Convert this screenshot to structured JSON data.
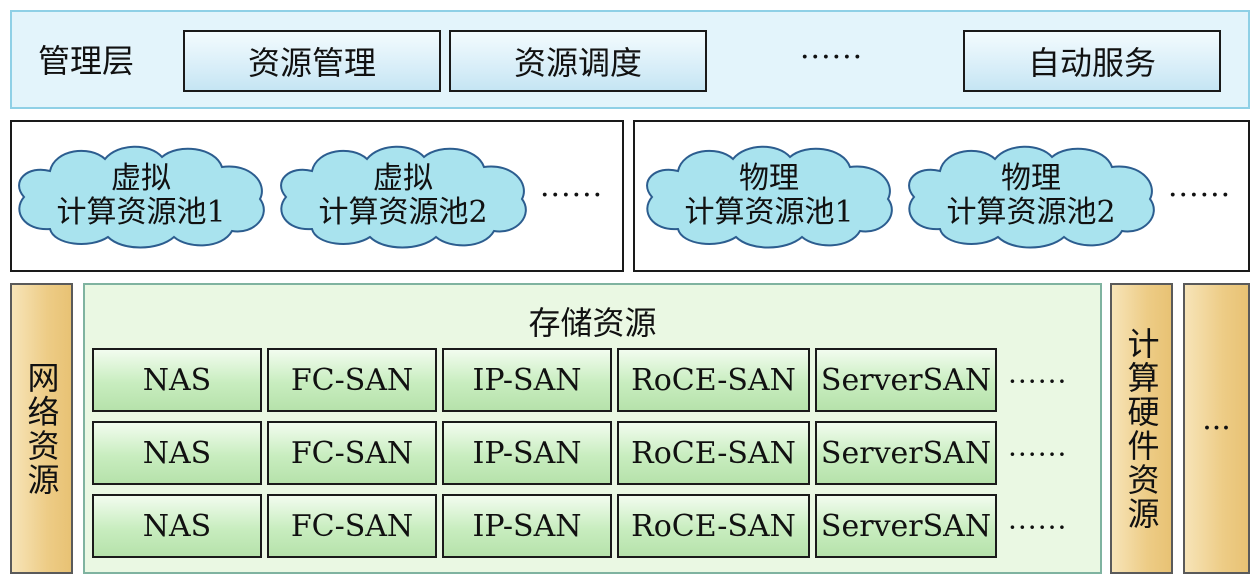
{
  "management_layer": {
    "title": "管理层",
    "items": [
      "资源管理",
      "资源调度",
      "······",
      "自动服务"
    ]
  },
  "virtual_pools": {
    "pools": [
      {
        "line1": "虚拟",
        "line2": "计算资源池1"
      },
      {
        "line1": "虚拟",
        "line2": "计算资源池2"
      }
    ],
    "more": "······"
  },
  "physical_pools": {
    "pools": [
      {
        "line1": "物理",
        "line2": "计算资源池1"
      },
      {
        "line1": "物理",
        "line2": "计算资源池2"
      }
    ],
    "more": "······"
  },
  "network": {
    "label": "网络资源"
  },
  "storage": {
    "title": "存储资源",
    "rows": [
      [
        "NAS",
        "FC-SAN",
        "IP-SAN",
        "RoCE-SAN",
        "ServerSAN"
      ],
      [
        "NAS",
        "FC-SAN",
        "IP-SAN",
        "RoCE-SAN",
        "ServerSAN"
      ],
      [
        "NAS",
        "FC-SAN",
        "IP-SAN",
        "RoCE-SAN",
        "ServerSAN"
      ]
    ],
    "more": "······"
  },
  "compute_hardware": {
    "label": "计算硬件资源"
  },
  "other": {
    "label": "···"
  },
  "colors": {
    "mgmt_bg": "#e3f4fb",
    "cloud_fill": "#a9e3ee",
    "storage_bg": "#eaf8e3",
    "cell_fill": "#c8edbf",
    "side_fill": "#edcc86"
  }
}
